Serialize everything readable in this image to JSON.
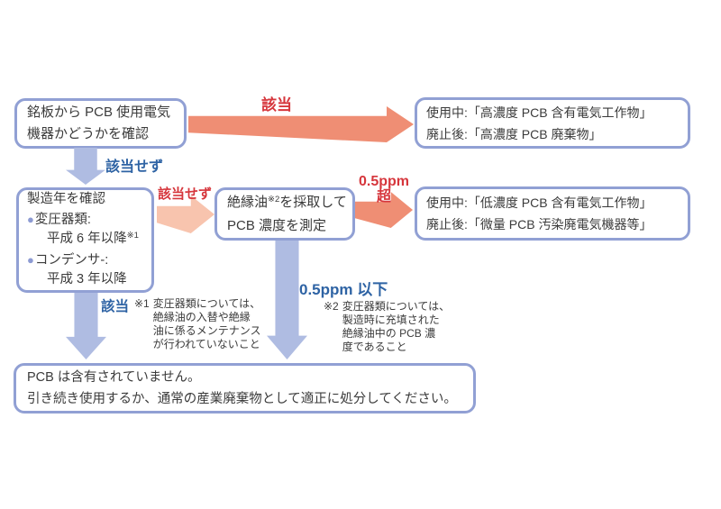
{
  "diagram": {
    "boxes": {
      "nameplate": {
        "line1": "銘板から PCB 使用電気",
        "line2": "機器かどうかを確認"
      },
      "high": {
        "line1": "使用中:「高濃度 PCB 含有電気工作物」",
        "line2": "廃止後:「高濃度 PCB 廃棄物」"
      },
      "mfg": {
        "title": "製造年を確認",
        "bullet": "●",
        "item1_label": "変圧器類:",
        "item1_value": "平成 6 年以降",
        "item1_sup": "※1",
        "item2_label": "コンデンサ-:",
        "item2_value": "平成 3 年以降"
      },
      "measure": {
        "line1_pre": "絶縁油",
        "line1_sup": "※2",
        "line1_post": "を採取して",
        "line2": "PCB 濃度を測定"
      },
      "low": {
        "line1": "使用中:「低濃度 PCB 含有電気工作物」",
        "line2": "廃止後:「微量 PCB 汚染廃電気機器等」"
      },
      "result": {
        "line1": "PCB は含有されていません。",
        "line2": "引き続き使用するか、通常の産業廃棄物として適正に処分してください。"
      }
    },
    "arrow_labels": {
      "applicable_top": "該当",
      "not_applicable_1": "該当せず",
      "not_applicable_2": "該当せず",
      "over_line1": "0.5ppm",
      "over_line2": "超",
      "under": "0.5ppm 以下",
      "applicable_left": "該当"
    },
    "footnotes": {
      "fn1": {
        "marker": "※1",
        "line1": "変圧器類については、",
        "line2": "絶縁油の入替や絶縁",
        "line3": "油に係るメンテナンス",
        "line4": "が行われていないこと"
      },
      "fn2": {
        "marker": "※2",
        "line1": "変圧器類については、",
        "line2": "製造時に充填された",
        "line3": "絶縁油中の PCB 濃",
        "line4": "度であること"
      }
    },
    "colors": {
      "salmon_arrow": "#EF8E74",
      "light_salmon_arrow": "#F8C4AE",
      "periwinkle_arrow": "#AFBCE2",
      "box_border": "#91A0D4",
      "red_label": "#D6363C",
      "blue_label": "#2E63A4",
      "body_text": "#3B3B3B"
    }
  }
}
